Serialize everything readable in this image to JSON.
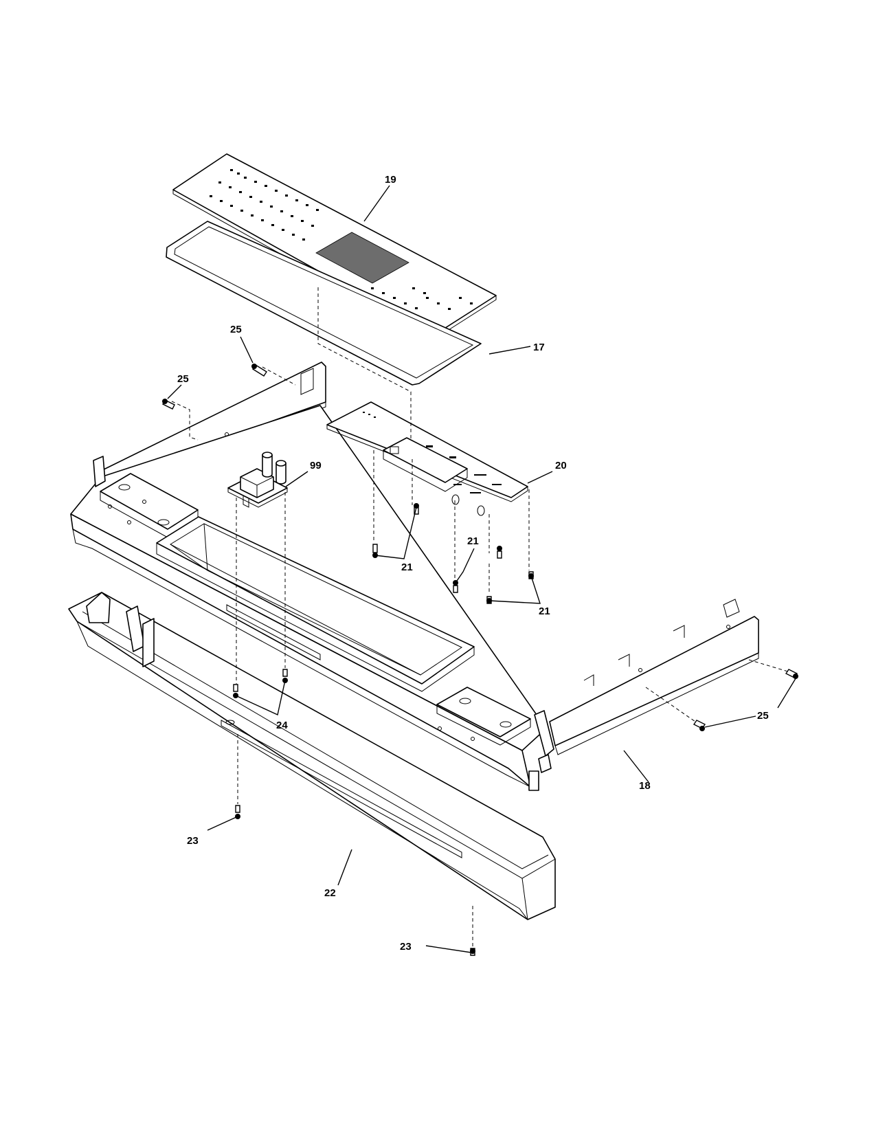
{
  "callouts": {
    "c17": "17",
    "c18": "18",
    "c19": "19",
    "c20": "20",
    "c21a": "21",
    "c21b": "21",
    "c21c": "21",
    "c22": "22",
    "c23a": "23",
    "c23b": "23",
    "c24": "24",
    "c25a": "25",
    "c25b": "25",
    "c25c": "25",
    "c99": "99"
  }
}
